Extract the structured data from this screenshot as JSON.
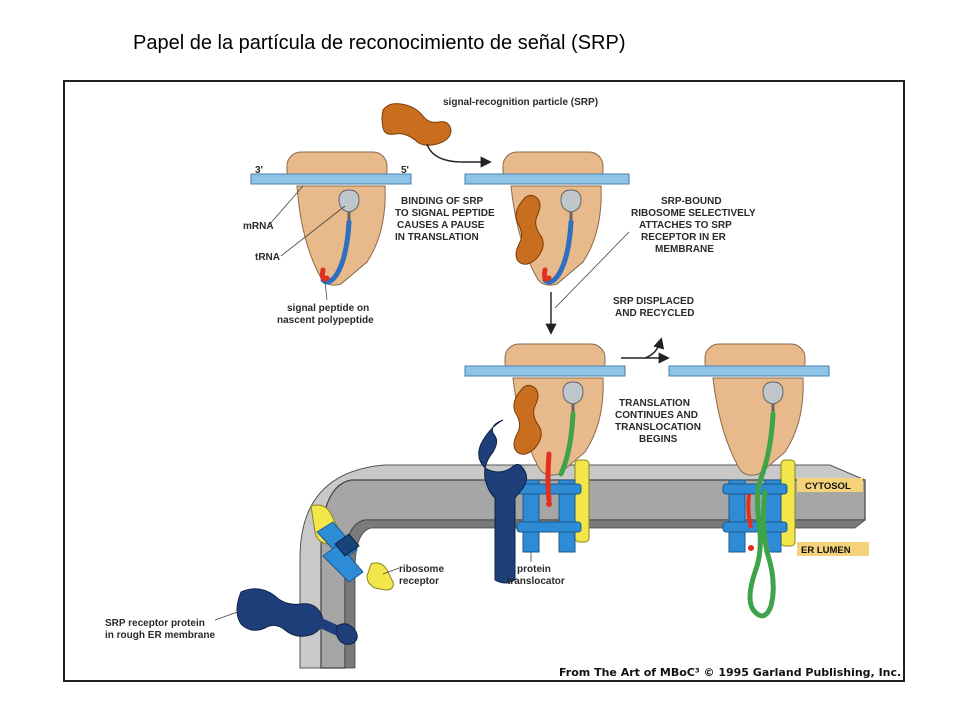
{
  "title": "Papel de la partícula de reconocimiento de señal (SRP)",
  "colors": {
    "ribosome": "#E8B98A",
    "ribosome_outline": "#8a6a4a",
    "mrna": "#8EC4E8",
    "srp": "#C86E1E",
    "trna": "#BFC6CC",
    "peptide_blue": "#2F6FC2",
    "signal_red": "#E0301E",
    "nascent_green": "#3FA34A",
    "srp_receptor": "#1E3F7A",
    "translocator": "#2E8BD6",
    "ribosome_receptor": "#F2E64A",
    "membrane": "#A6A6A6",
    "membrane_dark": "#7A7A7A",
    "tag_bg": "#F4D27A"
  },
  "labels": {
    "srp": "signal-recognition particle (SRP)",
    "three_prime": "3'",
    "five_prime": "5'",
    "mrna": "mRNA",
    "trna": "tRNA",
    "binding_1": "BINDING OF SRP",
    "binding_2": "TO SIGNAL PEPTIDE",
    "binding_3": "CAUSES A PAUSE",
    "binding_4": "IN TRANSLATION",
    "signal_peptide_1": "signal peptide on",
    "signal_peptide_2": "nascent polypeptide",
    "srp_bound_1": "SRP-BOUND",
    "srp_bound_2": "RIBOSOME SELECTIVELY",
    "srp_bound_3": "ATTACHES TO SRP",
    "srp_bound_4": "RECEPTOR IN ER",
    "srp_bound_5": "MEMBRANE",
    "displaced_1": "SRP DISPLACED",
    "displaced_2": "AND RECYCLED",
    "translation_1": "TRANSLATION",
    "translation_2": "CONTINUES AND",
    "translation_3": "TRANSLOCATION",
    "translation_4": "BEGINS",
    "cytosol": "CYTOSOL",
    "er_lumen": "ER LUMEN",
    "ribosome_receptor_1": "ribosome",
    "ribosome_receptor_2": "receptor",
    "protein_translocator_1": "protein",
    "protein_translocator_2": "translocator",
    "srp_receptor_1": "SRP receptor protein",
    "srp_receptor_2": "in rough ER membrane",
    "credit": "From The Art of MBoC³ © 1995 Garland Publishing, Inc."
  }
}
